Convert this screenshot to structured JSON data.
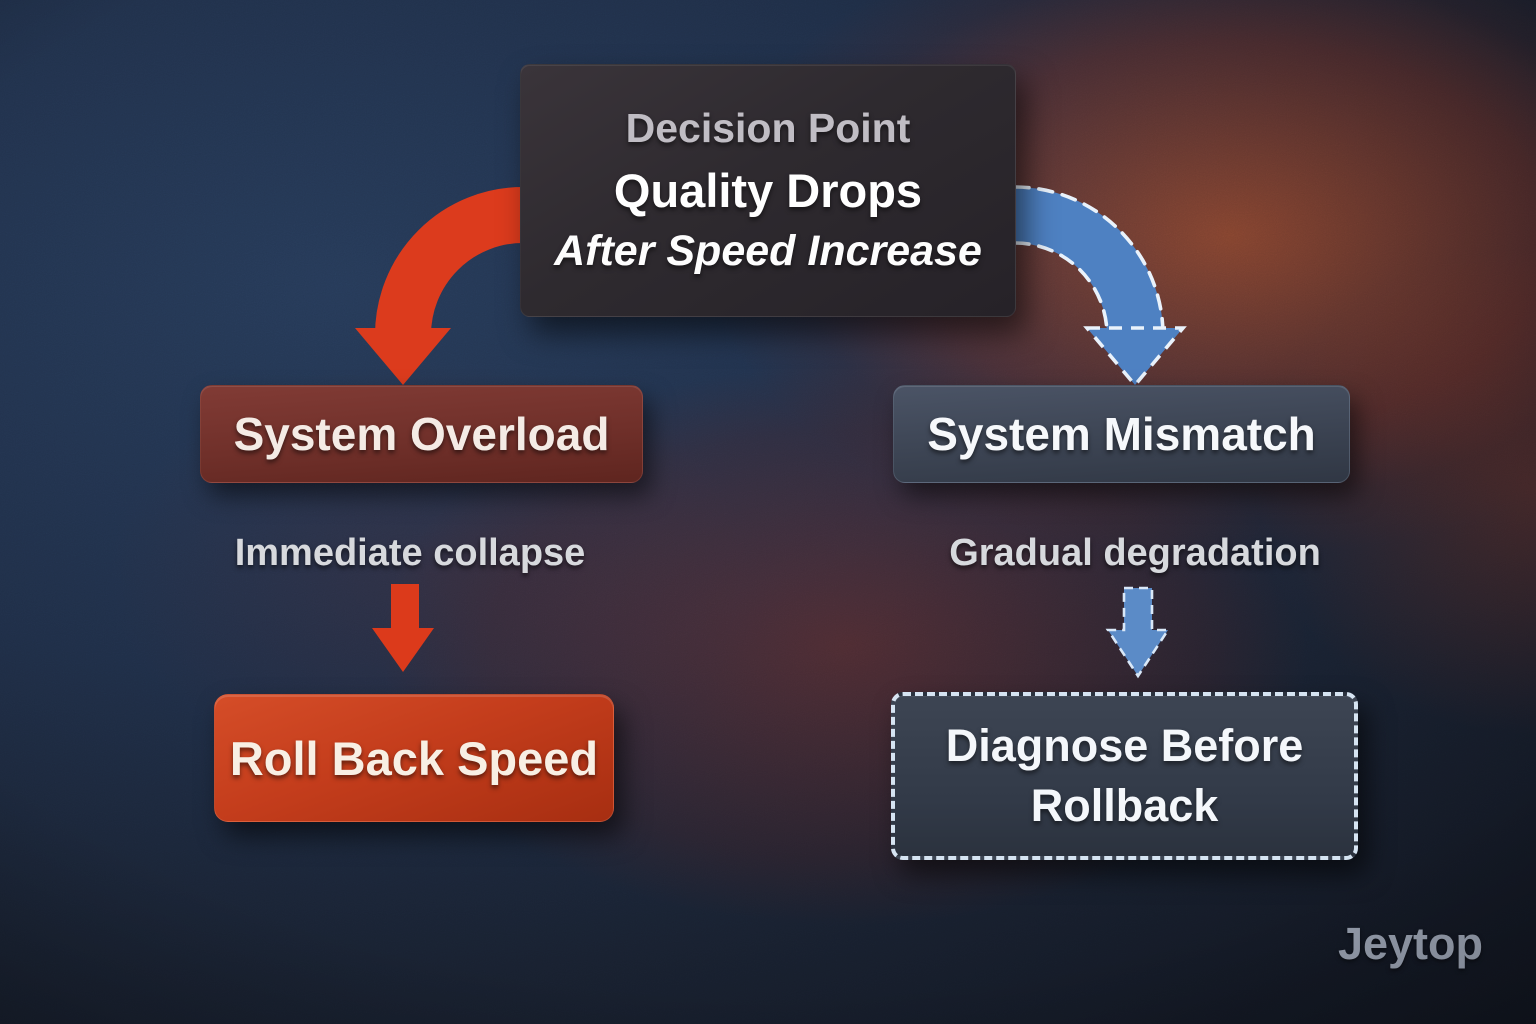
{
  "meta": {
    "watermark": "Jeytop"
  },
  "decision": {
    "eyebrow": "Decision Point",
    "title": "Quality Drops",
    "subtitle": "After Speed Increase"
  },
  "branches": {
    "left": {
      "node": "System Overload",
      "note": "Immediate collapse",
      "action": "Roll Back Speed",
      "arrow_style": "solid-red"
    },
    "right": {
      "node": "System Mismatch",
      "note": "Gradual degradation",
      "action": "Diagnose Before Rollback",
      "arrow_style": "dashed-blue"
    }
  },
  "colors": {
    "accent_red": "#dc3b1d",
    "accent_blue": "#4e81c2",
    "node_overload_bg": "#76322c",
    "node_mismatch_bg": "#3f4756",
    "action_rollback_bg": "#c33f1f",
    "action_diagnose_bg": "#343c4a",
    "dashed_border": "#d6e4f2",
    "decision_bg": "#2e2a2e",
    "background_navy": "#203048",
    "glow_orange": "#b54a1e",
    "text_primary": "#ffffff",
    "text_muted": "#c0bdc4",
    "watermark_color": "#949cab"
  }
}
